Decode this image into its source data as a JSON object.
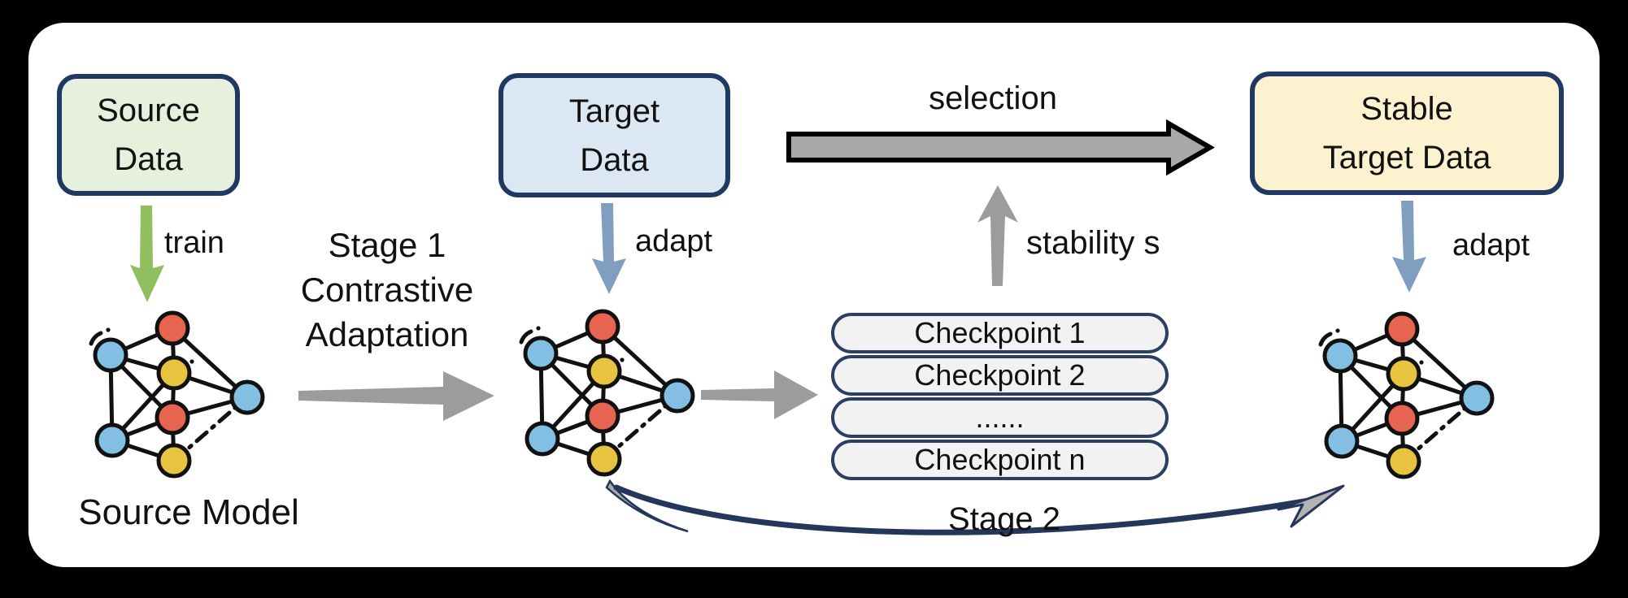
{
  "figure": {
    "boxes": {
      "source_data": {
        "line1": "Source",
        "line2": "Data"
      },
      "target_data": {
        "line1": "Target",
        "line2": "Data"
      },
      "stable_target_data": {
        "line1": "Stable",
        "line2": "Target Data"
      }
    },
    "labels": {
      "train": "train",
      "stage1_line1": "Stage 1",
      "stage1_line2": "Contrastive",
      "stage1_line3": "Adaptation",
      "adapt_target": "adapt",
      "adapt_stable": "adapt",
      "selection": "selection",
      "stability": "stability s",
      "source_model": "Source Model",
      "stage2": "Stage 2"
    },
    "checkpoints": [
      "Checkpoint 1",
      "Checkpoint 2",
      "......",
      "Checkpoint n"
    ],
    "icons": {
      "network": "neural-network-icon",
      "train_arrow": "down-arrow-icon",
      "adapt_arrows": "down-arrow-icon",
      "selection_arrow": "right-arrow-icon",
      "stability_arrow": "up-arrow-icon",
      "stage1_arrow": "right-arrow-icon",
      "checkpoint_arrow": "right-arrow-icon",
      "stage2_arrow": "curved-right-arrow-icon"
    },
    "colors": {
      "background": "#000000",
      "panel": "#ffffff",
      "box_border": "#1f3864",
      "source_fill": "#e7efdd",
      "target_fill": "#dce7f4",
      "stable_fill": "#fdf2cf",
      "checkpoint_fill": "#f2f2f2",
      "checkpoint_border": "#2a3f63",
      "arrow_green": "#90bf5f",
      "arrow_blue": "#7f9ec0",
      "arrow_gray": "#9c9c9c",
      "selection_fill": "#a8a8a8",
      "selection_outline": "#000000",
      "stage2_navy": "#24365c",
      "node_blue": "#82bfe3",
      "node_red": "#e76450",
      "node_yellow": "#e8c33f",
      "edge_black": "#111111"
    }
  }
}
